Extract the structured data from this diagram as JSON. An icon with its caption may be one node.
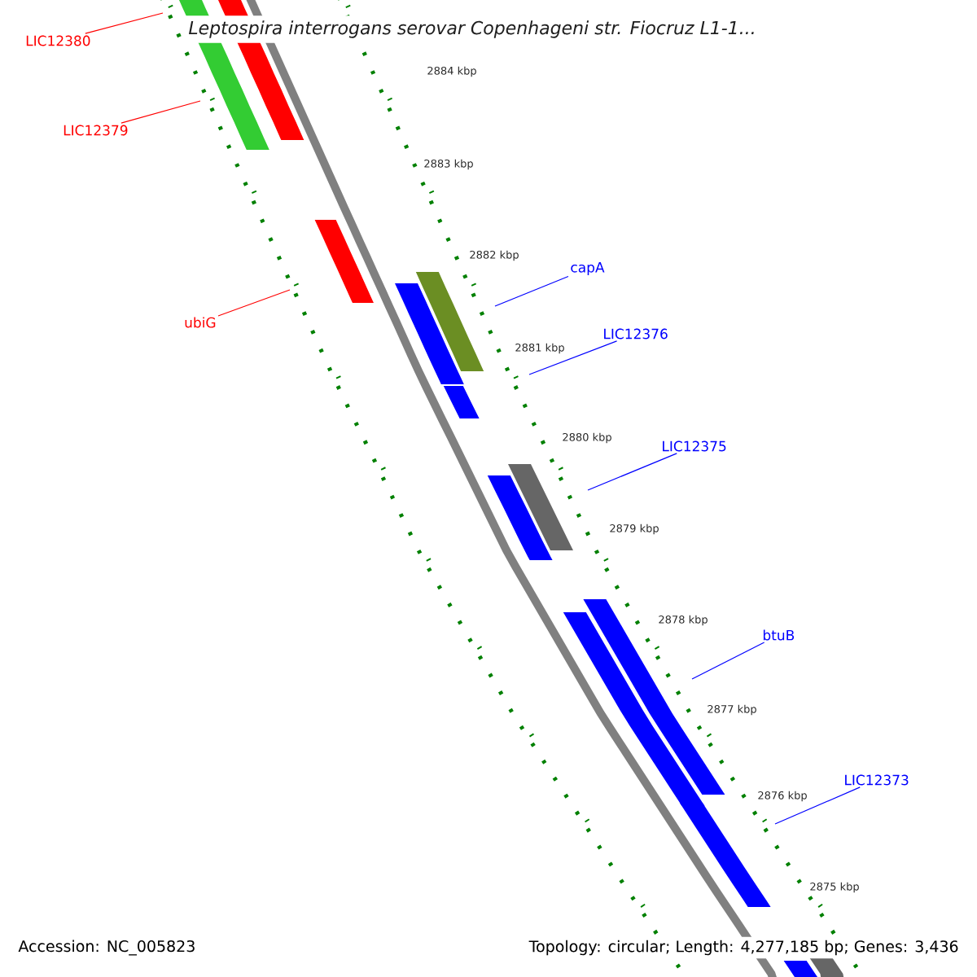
{
  "diagram": {
    "title": "Leptospira interrogans serovar Copenhageni str. Fiocruz L1-1...",
    "nodes": [
      {
        "text": [
          "LIC12380"
        ]
      },
      {
        "text": [
          "LIC12379"
        ]
      },
      {
        "text": [
          "ubiG"
        ]
      },
      {
        "text": [
          "capA"
        ]
      },
      {
        "text": [
          "LIC12376"
        ]
      },
      {
        "text": [
          "LIC12375"
        ]
      },
      {
        "text": [
          "btuB"
        ]
      },
      {
        "text": [
          "LIC12373"
        ]
      }
    ],
    "edges": [
      {
        "from": 0,
        "to": null,
        "arrow": "none",
        "color": "#ff0000"
      },
      {
        "from": 1,
        "to": null,
        "arrow": "none",
        "color": "#ff0000"
      },
      {
        "from": 2,
        "to": null,
        "arrow": "none",
        "color": "#ff0000"
      },
      {
        "from": 3,
        "to": null,
        "arrow": "none"
      },
      {
        "from": 4,
        "to": null,
        "arrow": "none"
      },
      {
        "from": 5,
        "to": null,
        "arrow": "none"
      },
      {
        "from": 6,
        "to": null,
        "arrow": "none"
      },
      {
        "from": 7,
        "to": null,
        "arrow": "none"
      }
    ],
    "labels": [
      "2884 kbp",
      "2883 kbp",
      "2882 kbp",
      "2881 kbp",
      "2880 kbp",
      "2879 kbp",
      "2878 kbp",
      "2877 kbp",
      "2876 kbp",
      "2875 kbp",
      "Accession: NC_005823",
      "Topology: circular; Length: 4,277,185 bp; Genes: 3,436"
    ]
  }
}
